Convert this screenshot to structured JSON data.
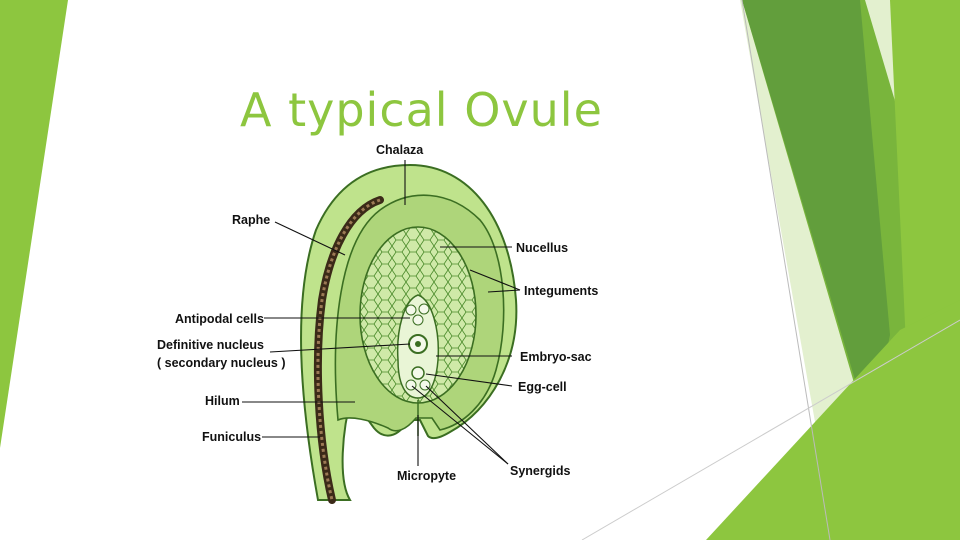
{
  "slide": {
    "title": "A typical Ovule",
    "colors": {
      "title": "#8dc63f",
      "accent_light": "#8dc63f",
      "accent_dark": "#5e9e32"
    }
  },
  "diagram": {
    "labels": {
      "chalaza": "Chalaza",
      "raphe": "Raphe",
      "nucellus": "Nucellus",
      "integuments": "Integuments",
      "antipodal_cells": "Antipodal cells",
      "definitive_nucleus": "Definitive nucleus",
      "secondary_nucleus": "( secondary nucleus )",
      "embryo_sac": "Embryo-sac",
      "egg_cell": "Egg-cell",
      "hilum": "Hilum",
      "funiculus": "Funiculus",
      "micropyle": "Micropyte",
      "synergids": "Synergids"
    }
  }
}
